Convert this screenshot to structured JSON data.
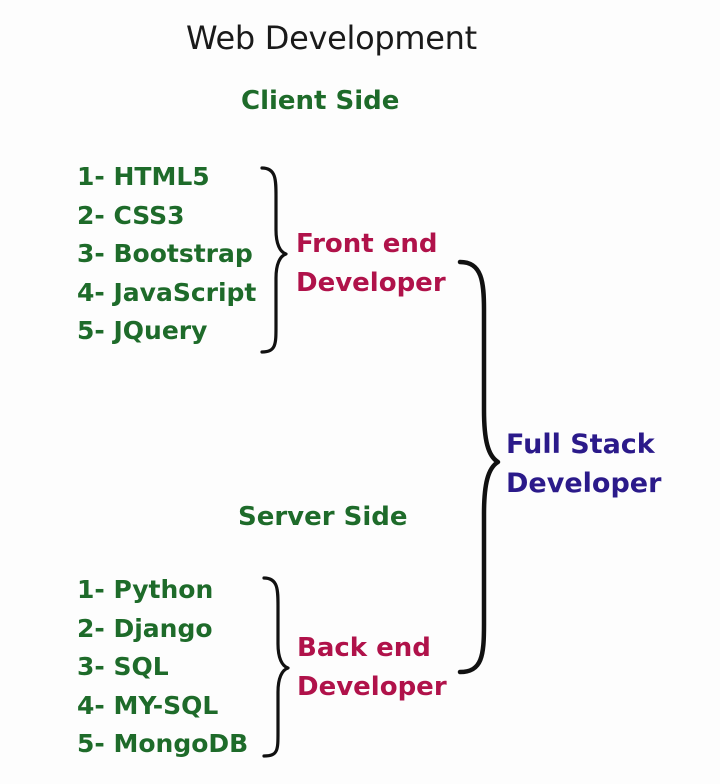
{
  "title": "Web Development",
  "client_side": {
    "heading": "Client Side",
    "items": [
      "1- HTML5",
      "2- CSS3",
      "3- Bootstrap",
      "4- JavaScript",
      "5- JQuery"
    ],
    "role_line1": "Front end",
    "role_line2": "Developer"
  },
  "server_side": {
    "heading": "Server Side",
    "items": [
      "1- Python",
      "2- Django",
      "3- SQL",
      "4- MY-SQL",
      "5- MongoDB"
    ],
    "role_line1": "Back end",
    "role_line2": "Developer"
  },
  "full_stack": {
    "line1": "Full Stack",
    "line2": "Developer"
  },
  "colors": {
    "list_text": "#1e6b2a",
    "role_text": "#b0124a",
    "full_stack_text": "#2b1a8a",
    "title_text": "#1a1a1a",
    "brace": "#111111"
  }
}
